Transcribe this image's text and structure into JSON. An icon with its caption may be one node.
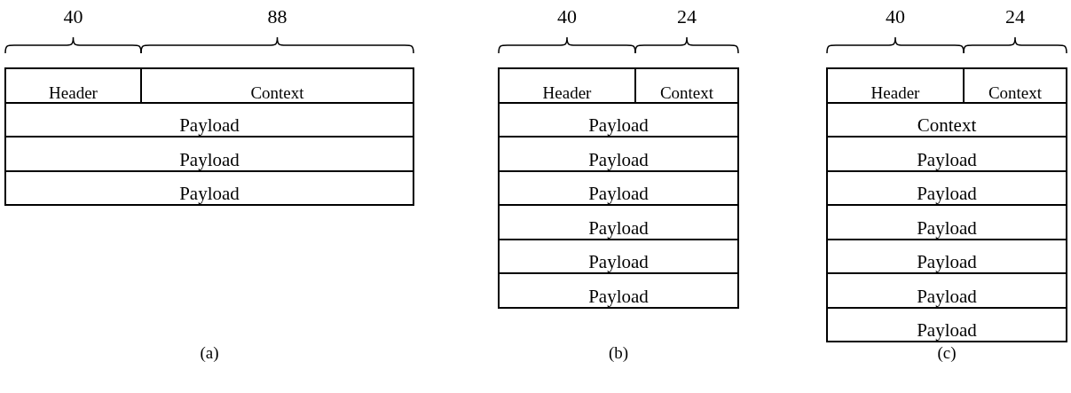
{
  "diagram": {
    "nodes": [
      {
        "text": [
          "Header"
        ]
      },
      {
        "text": [
          "Context"
        ]
      },
      {
        "text": [
          "Payload"
        ]
      },
      {
        "text": [
          "Payload"
        ]
      },
      {
        "text": [
          "Payload"
        ]
      },
      {
        "text": [
          "Header"
        ]
      },
      {
        "text": [
          "Context"
        ]
      },
      {
        "text": [
          "Payload"
        ]
      },
      {
        "text": [
          "Payload"
        ]
      },
      {
        "text": [
          "Payload"
        ]
      },
      {
        "text": [
          "Payload"
        ]
      },
      {
        "text": [
          "Payload"
        ]
      },
      {
        "text": [
          "Payload"
        ]
      },
      {
        "text": [
          "Header"
        ]
      },
      {
        "text": [
          "Context"
        ]
      },
      {
        "text": [
          "Context"
        ]
      },
      {
        "text": [
          "Payload"
        ]
      },
      {
        "text": [
          "Payload"
        ]
      },
      {
        "text": [
          "Payload"
        ]
      },
      {
        "text": [
          "Payload"
        ]
      },
      {
        "text": [
          "Payload"
        ]
      },
      {
        "text": [
          "Payload"
        ]
      }
    ],
    "edges": [],
    "labels": [
      "40",
      "88",
      "40",
      "24",
      "40",
      "24",
      "(a)",
      "(b)",
      "(c)"
    ]
  }
}
